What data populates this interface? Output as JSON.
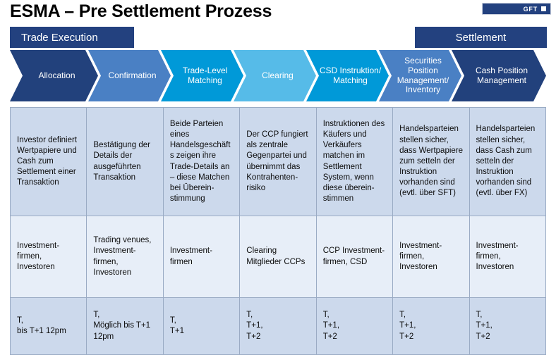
{
  "slide": {
    "title": "ESMA – Pre Settlement Prozess",
    "logo": {
      "text": "GFT",
      "mark": "gft-square-mark"
    }
  },
  "banners": [
    {
      "id": "trade-execution",
      "label": "Trade Execution",
      "color": "#23417f"
    },
    {
      "id": "settlement",
      "label": "Settlement",
      "color": "#23417f"
    }
  ],
  "stages": [
    {
      "id": "allocation",
      "label": "Allocation",
      "color": "#22417c"
    },
    {
      "id": "confirmation",
      "label": "Confirmation",
      "color": "#4a80c4"
    },
    {
      "id": "trade-level-matching",
      "label": "Trade-Level\nMatching",
      "color": "#0099d8"
    },
    {
      "id": "clearing",
      "label": "Clearing",
      "color": "#56bbe8"
    },
    {
      "id": "csd-instruktion-matching",
      "label": "CSD Instruktion/\nMatching",
      "color": "#0099d8"
    },
    {
      "id": "securities-position-management",
      "label": "Securities\nPosition\nManagement/\nInventory",
      "color": "#4a80c4"
    },
    {
      "id": "cash-position-management",
      "label": "Cash Position\nManagement",
      "color": "#22417c"
    }
  ],
  "matrix": {
    "rows": [
      {
        "id": "description",
        "cells": [
          "Investor definiert Wertpapiere und Cash zum Settlement einer Transaktion",
          "Bestätigung der Details der ausgeführten Transaktion",
          "Beide Parteien eines Handelsgeschäfts zeigen ihre Trade-Details an – diese Matchen bei Überein-stimmung",
          "Der CCP fungiert als zentrale Gegenpartei und übernimmt das Kontrahenten-risiko",
          "Instruktionen des Käufers und Verkäufers matchen im Settlement System, wenn diese überein-stimmen",
          "Handelsparteien stellen sicher, dass Wertpapiere zum setteln der Instruktion vorhanden sind (evtl. über SFT)",
          "Handelsparteien stellen sicher, dass Cash zum setteln der Instruktion vorhanden sind (evtl. über FX)"
        ]
      },
      {
        "id": "actors",
        "cells": [
          "Investment-firmen, Investoren",
          "Trading venues, Investment-firmen, Investoren",
          "Investment-firmen",
          "Clearing Mitglieder CCPs",
          "CCP Investment-firmen, CSD",
          "Investment-firmen, Investoren",
          "Investment-firmen, Investoren"
        ]
      },
      {
        "id": "timing",
        "cells": [
          "T,\nbis T+1 12pm",
          "T,\nMöglich bis T+1 12pm",
          "T,\nT+1",
          "T,\nT+1,\nT+2",
          "T,\nT+1,\nT+2",
          "T,\nT+1,\nT+2",
          "T,\nT+1,\nT+2"
        ]
      }
    ]
  }
}
